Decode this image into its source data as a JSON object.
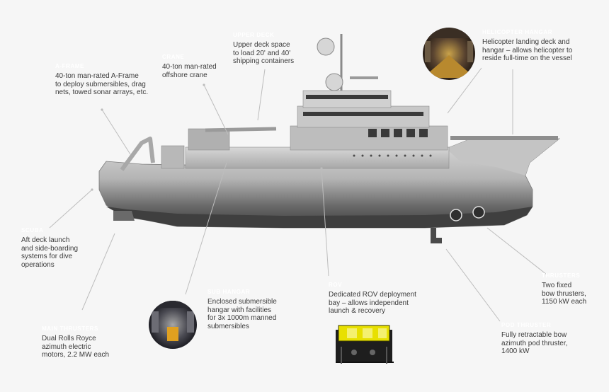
{
  "callouts": {
    "aframe": {
      "title": "A-Frame",
      "desc": [
        "40-ton man-rated A-Frame",
        "to deploy submersibles, drag",
        "nets, towed sonar arrays, etc."
      ]
    },
    "crane": {
      "title": "Crane",
      "desc": [
        "40-ton man-rated",
        "offshore crane"
      ]
    },
    "upper_deck": {
      "title": "Upper deck",
      "desc": [
        "Upper deck space",
        "to load 20' and 40'",
        "shipping containers"
      ]
    },
    "helicopter": {
      "title": "Helicopter hangar",
      "desc": [
        "Helicopter landing deck and",
        "hangar – allows helicopter to",
        "reside full-time on the vessel"
      ]
    },
    "scuba": {
      "title": "Scuba",
      "desc": [
        "Aft deck launch",
        "and side-boarding",
        "systems for dive",
        "operations"
      ]
    },
    "sub_hangar": {
      "title": "Sub hangar",
      "desc": [
        "Enclosed submersible",
        "hangar with facilities",
        "for 3x 1000m manned",
        "submersibles"
      ]
    },
    "rov": {
      "title": "ROV",
      "desc": [
        "Dedicated ROV deployment",
        "bay – allows independent",
        "launch & recovery"
      ]
    },
    "thrusters": {
      "title": "Thrusters",
      "desc": [
        "Two fixed",
        "bow thrusters,",
        "1150 kW each"
      ]
    },
    "pod_thruster": {
      "title": "Pod thruster",
      "desc": [
        "Fully retractable bow",
        "azimuth pod thruster,",
        "1400 kW"
      ]
    },
    "main_thrusters": {
      "title": "Main thrusters",
      "desc": [
        "Dual Rolls Royce",
        "azimuth electric",
        "motors, 2.2 MW each"
      ]
    }
  },
  "colors": {
    "hull": "#5a5a5a",
    "superstructure": "#9c9c9c",
    "leader": "#bdbdbd",
    "rov_yellow": "#e8e000"
  }
}
